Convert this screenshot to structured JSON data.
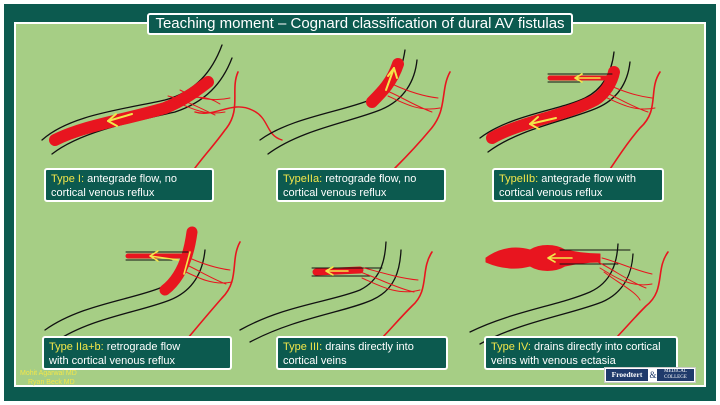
{
  "title": "Teaching moment – Cognard classification of dural AV fistulas",
  "panels": [
    {
      "type_label": "Type I:",
      "line1": " antegrade flow, no",
      "line2": "cortical venous reflux"
    },
    {
      "type_label": "TypeIIa:",
      "line1": " retrograde flow, no",
      "line2": "cortical venous reflux"
    },
    {
      "type_label": "TypeIIb:",
      "line1": " antegrade flow with",
      "line2": "cortical venous reflux"
    },
    {
      "type_label": "Type IIa+b:",
      "line1": " retrograde flow",
      "line2": "with cortical venous reflux"
    },
    {
      "type_label": "Type III:",
      "line1": " drains directly into",
      "line2": "cortical veins"
    },
    {
      "type_label": "Type IV:",
      "line1": " drains directly into cortical",
      "line2": "veins with venous ectasia"
    }
  ],
  "credits": [
    "Mohit Agarwal MD",
    "Ryan Beck MD"
  ],
  "logo": {
    "left": "Froedtert",
    "amp": "&",
    "right_line1": "MEDICAL",
    "right_line2": "COLLEGE",
    "right_line3": "of Wisconsin"
  },
  "colors": {
    "background": "#a6ce85",
    "frame": "#0c5a4f",
    "vessel": "#e8151f",
    "arrow": "#f2e64a",
    "caption_highlight": "#f2e64a"
  }
}
